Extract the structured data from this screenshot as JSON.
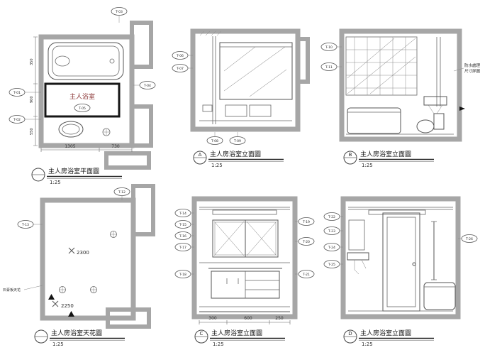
{
  "doc": {
    "scale_label": "1:25",
    "panels": {
      "plan": {
        "title": "主人房浴室平面圖"
      },
      "elev_a": {
        "title": "主人房浴室立面圖",
        "tag": "A"
      },
      "elev_b": {
        "title": "主人房浴室立面圖",
        "tag": "B"
      },
      "ceiling": {
        "title": "主人房浴室天花圖"
      },
      "elev_c": {
        "title": "主人房浴室立面圖",
        "tag": "C"
      },
      "elev_d": {
        "title": "主人房浴室立面圖",
        "tag": "D"
      }
    },
    "plan": {
      "room_label": "主人浴室",
      "dim_bottom_1": "1305",
      "dim_bottom_2": "730",
      "dim_left": [
        "350",
        "900",
        "550"
      ]
    },
    "ceiling": {
      "height_main": "2300",
      "height_low": "2250",
      "note": "石膏板天花"
    },
    "elev_b_note": [
      "防水處理",
      "尺寸詳圖"
    ],
    "elev_c_dims": [
      "300",
      "600",
      "250"
    ],
    "callouts": [
      "T-01",
      "T-02",
      "T-03",
      "T-04",
      "T-05",
      "T-06",
      "T-07",
      "T-08",
      "T-09",
      "T-10",
      "T-11",
      "T-12",
      "T-13",
      "T-14",
      "T-15",
      "T-16",
      "T-17",
      "T-18",
      "T-19",
      "T-20",
      "T-21",
      "T-22",
      "T-23",
      "T-24",
      "T-25",
      "T-26"
    ]
  }
}
